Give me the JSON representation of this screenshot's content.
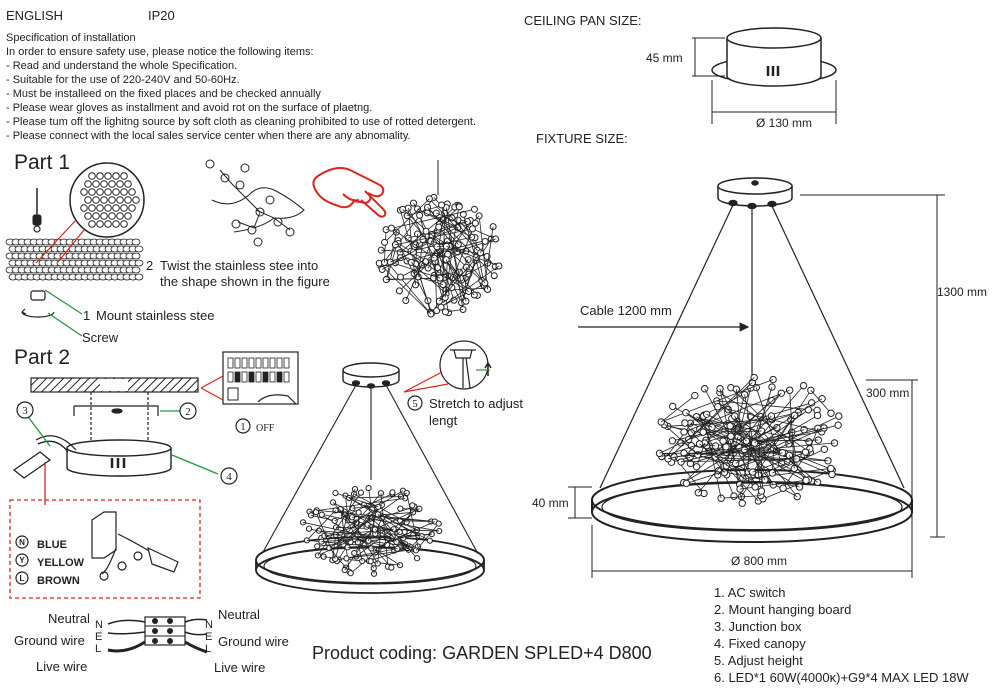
{
  "header": {
    "language": "ENGLISH",
    "rating": "IP20"
  },
  "spec": {
    "title": "Specification of installation",
    "intro": "In order to ensure safety use, please notice the following items:",
    "items": [
      "- Read and understand the whole Specification.",
      "- Suitable for the use of 220-240V and 50-60Hz.",
      "- Must be installeed on the fixed places and be checked annually",
      "- Please wear gloves as installment and avoid rot on the surface of plaetng.",
      "- Please tum off the lighitng source by soft cloth as cleaning prohibited to use of rotted detergent.",
      "- Please connect with the local sales service center when there are any abnomality."
    ]
  },
  "part1": {
    "title": "Part 1",
    "step1": "Mount stainless stee",
    "step1_num": "1",
    "screw": "Screw",
    "step2_num": "2",
    "step2_line1": "Twist  the  stainless  stee  into",
    "step2_line2": "the shape shown in the figure"
  },
  "part2": {
    "title": "Part 2",
    "callouts": [
      "1",
      "2",
      "3",
      "4",
      "5"
    ],
    "off_label": "OFF",
    "step5_line1": "Stretch to adjust",
    "step5_line2": "lengt",
    "wire_letters": [
      "N",
      "E",
      "L"
    ],
    "wire_colors": [
      "BLUE",
      "YELLOW",
      "BROWN"
    ],
    "neutral": "Neutral",
    "ground": "Ground wire",
    "live": "Live wire"
  },
  "ceiling_pan": {
    "title": "CEILING PAN  SIZE:",
    "height": "45 mm",
    "diameter": "Ø 130 mm"
  },
  "fixture": {
    "title": "FIXTURE SIZE:",
    "cable": "Cable 1200 mm",
    "total_height": "1300 mm",
    "body_height": "300 mm",
    "ring_height": "40 mm",
    "diameter": "Ø 800 mm"
  },
  "legend": [
    "1. AC switch",
    "2. Mount hanging board",
    "3. Junction box",
    "4. Fixed canopy",
    "5. Adjust height",
    "6. LED*1 60W(4000κ)+G9*4 MAX LED 18W"
  ],
  "product_coding": "Product coding: GARDEN SPLED+4 D800",
  "colors": {
    "accent_red": "#d9261c",
    "callout_green": "#1f9a3c",
    "ink": "#222222"
  }
}
